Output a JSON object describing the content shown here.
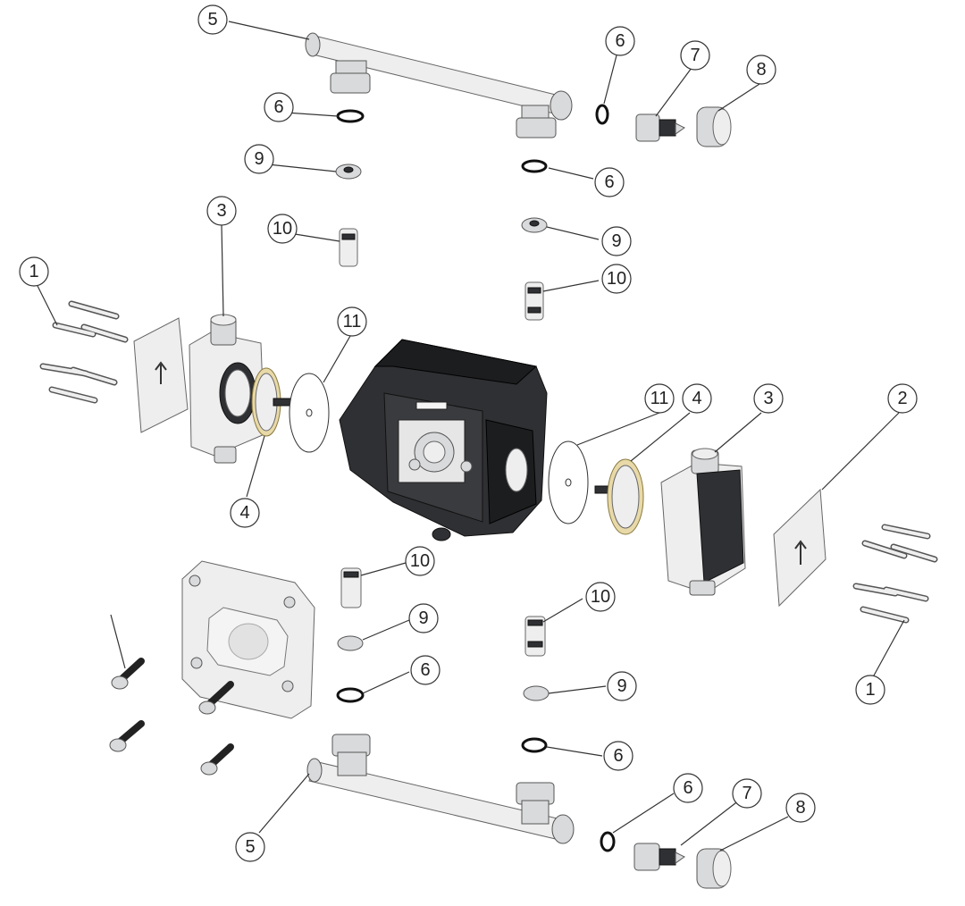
{
  "callouts": [
    {
      "id": "c5a",
      "label": "5"
    },
    {
      "id": "c6a",
      "label": "6"
    },
    {
      "id": "c7a",
      "label": "7"
    },
    {
      "id": "c8a",
      "label": "8"
    },
    {
      "id": "c6b",
      "label": "6"
    },
    {
      "id": "c9a",
      "label": "9"
    },
    {
      "id": "c6c",
      "label": "6"
    },
    {
      "id": "c3a",
      "label": "3"
    },
    {
      "id": "c10a",
      "label": "10"
    },
    {
      "id": "c9b",
      "label": "9"
    },
    {
      "id": "c1a",
      "label": "1"
    },
    {
      "id": "c10b",
      "label": "10"
    },
    {
      "id": "c11a",
      "label": "11"
    },
    {
      "id": "c11b",
      "label": "11"
    },
    {
      "id": "c4a",
      "label": "4"
    },
    {
      "id": "c3b",
      "label": "3"
    },
    {
      "id": "c2a",
      "label": "2"
    },
    {
      "id": "c4b",
      "label": "4"
    },
    {
      "id": "c10c",
      "label": "10"
    },
    {
      "id": "c10d",
      "label": "10"
    },
    {
      "id": "c9c",
      "label": "9"
    },
    {
      "id": "c6d",
      "label": "6"
    },
    {
      "id": "c9d",
      "label": "9"
    },
    {
      "id": "c1b",
      "label": "1"
    },
    {
      "id": "c6e",
      "label": "6"
    },
    {
      "id": "c6f",
      "label": "6"
    },
    {
      "id": "c7b",
      "label": "7"
    },
    {
      "id": "c8b",
      "label": "8"
    },
    {
      "id": "c5b",
      "label": "5"
    }
  ]
}
